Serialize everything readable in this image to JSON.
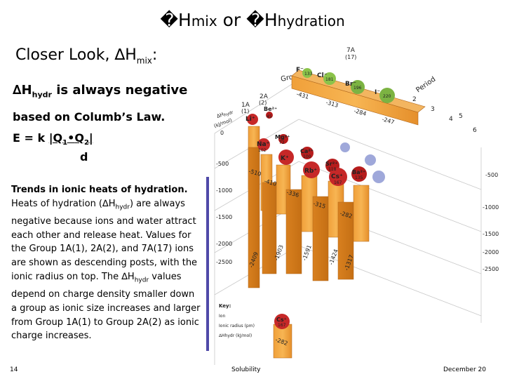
{
  "title": {
    "symbol1": "�",
    "part1": "H",
    "part1_sub": "mix",
    "connector": "or",
    "symbol2": "�",
    "part2": "H",
    "part2_sub": "hydration"
  },
  "subtitle": {
    "lead": "Closer Look, ",
    "delta": "∆",
    "h": "H",
    "sub": "mix",
    "colon": ":"
  },
  "statement": {
    "delta": "∆",
    "h": "H",
    "h_sub": "hydr",
    "rest": " is always negative",
    "line2": "based on Columb’s Law.",
    "eq_prefix": "E = k ",
    "q1": "|Q",
    "q1_sub": "1",
    "dot": "•",
    "q2": "Q",
    "q2_sub": "2",
    "bar": "|",
    "denominator": "d"
  },
  "caption": {
    "title": "Trends in ionic heats of hydration.",
    "body_a": "Heats of hydration (∆H",
    "body_a_sub": "hydr",
    "body_b": ") are always negative because ions and water attract each other and release heat. Values for the Group 1A(1), 2A(2), and 7A(17) ions are shown as descending posts, with the ionic radius on top. The ∆H",
    "body_b_sub": "hydr",
    "body_c": " values depend on charge density smaller down a group as ionic size increases and larger from Group 1A(1) to Group 2A(2) as ionic charge increases."
  },
  "figure": {
    "group_label": "Group",
    "period_label": "Period",
    "group_7a": "7A",
    "group_7a_num": "(17)",
    "group_1a": "1A",
    "group_1a_num": "(1)",
    "group_2a": "2A",
    "group_2a_num": "(2)",
    "y_axis_label_1": "∆H",
    "y_axis_label_2": "hydr",
    "y_axis_label_3": "(kJ/mol)",
    "left_ticks": [
      "0",
      "-500",
      "-1000",
      "-1500",
      "-2000",
      "-2500"
    ],
    "right_ticks": [
      "-500",
      "-1000",
      "-1500",
      "-2000",
      "-2500"
    ],
    "periods": [
      "2",
      "3",
      "4",
      "5",
      "6"
    ],
    "halides": [
      {
        "ion": "F⁻",
        "value": "-431",
        "radius": "133"
      },
      {
        "ion": "Cl⁻",
        "value": "-313",
        "radius": "181"
      },
      {
        "ion": "Br⁻",
        "value": "-284",
        "radius": "196"
      },
      {
        "ion": "I⁻",
        "value": "-247",
        "radius": "220"
      }
    ],
    "group1": [
      {
        "ion": "Li⁺",
        "value": "-510"
      },
      {
        "ion": "Na⁺",
        "value": "-410",
        "radius": "102"
      },
      {
        "ion": "K⁺",
        "value": "-336"
      },
      {
        "ion": "Rb⁺",
        "value": "-315"
      },
      {
        "ion": "Cs⁺",
        "value": "-282",
        "radius": "167"
      }
    ],
    "group2": [
      {
        "ion": "Be²⁺",
        "radius": "45"
      },
      {
        "ion": "Mg²⁺",
        "radius": "72"
      },
      {
        "ion": "Ca²⁺",
        "value": "-1591",
        "radius": "100"
      },
      {
        "ion": "Sr²⁺",
        "value": "-1424",
        "radius": "118"
      },
      {
        "ion": "Ba²⁺",
        "value": "-1317",
        "radius": "135"
      }
    ],
    "other_values": [
      "-2409",
      "-1903"
    ],
    "key": {
      "heading": "Key:",
      "row1": "Ion",
      "row2": "Ionic radius (pm)",
      "row3": "∆Hhydr (kJ/mol)",
      "sample_ion": "Cs⁺",
      "sample_radius": "167",
      "sample_value": "-282"
    }
  },
  "footer": {
    "page": "14",
    "topic": "Solubility",
    "date": "December 20"
  }
}
